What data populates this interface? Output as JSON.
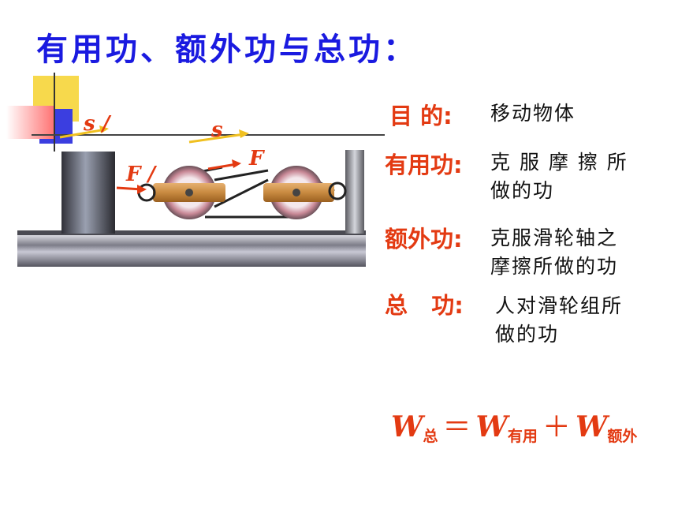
{
  "title": "有用功、额外功与总功：",
  "definitions": [
    {
      "term": "目  的:",
      "desc": [
        "移动物体"
      ]
    },
    {
      "term": "有用功:",
      "desc": [
        "克 服 摩 擦 所",
        "做的功"
      ]
    },
    {
      "term": "额外功:",
      "desc": [
        "克服滑轮轴之",
        "摩擦所做的功"
      ]
    },
    {
      "term": "总   功:",
      "desc": [
        "人对滑轮组所",
        "做的功"
      ]
    }
  ],
  "formula": {
    "w": "W",
    "total_sub": "总",
    "equals": "＝",
    "useful_sub": "有用",
    "plus": "＋",
    "extra_sub": "额外"
  },
  "diagram_labels": {
    "s_prime": "s /",
    "s": "s",
    "f": "F",
    "f_prime": "F /"
  },
  "colors": {
    "title": "#1a1ae0",
    "accent": "#e33a12",
    "arrow": "#f0c020"
  }
}
